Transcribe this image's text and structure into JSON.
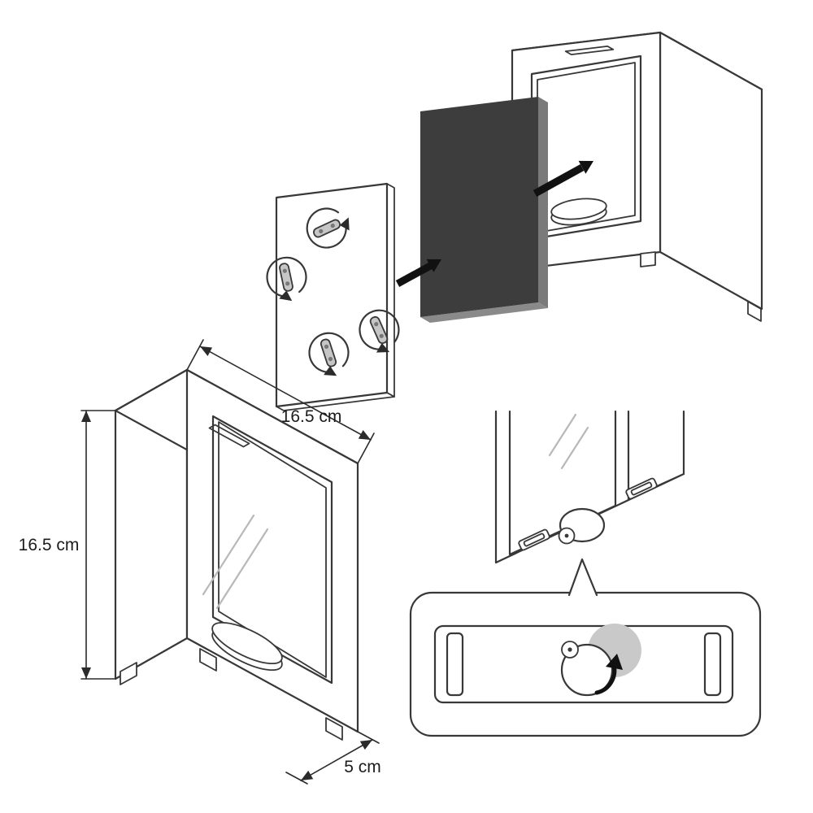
{
  "diagram": {
    "description": "Exploded assembly and dimension diagram of a square shadow-box money box frame",
    "dimension_labels": {
      "width": "16.5 cm",
      "height": "16.5 cm",
      "depth": "5 cm"
    },
    "colors": {
      "background": "#ffffff",
      "line": "#383838",
      "dark_panel": "#3d3d3d",
      "panel_edge": "#7a7a7a",
      "arrow": "#111111",
      "clip_fill": "#c6c6c6",
      "screw_dot": "#777777",
      "glass_line": "#b8b8b8",
      "highlight_circle": "#c9c9c9"
    }
  }
}
